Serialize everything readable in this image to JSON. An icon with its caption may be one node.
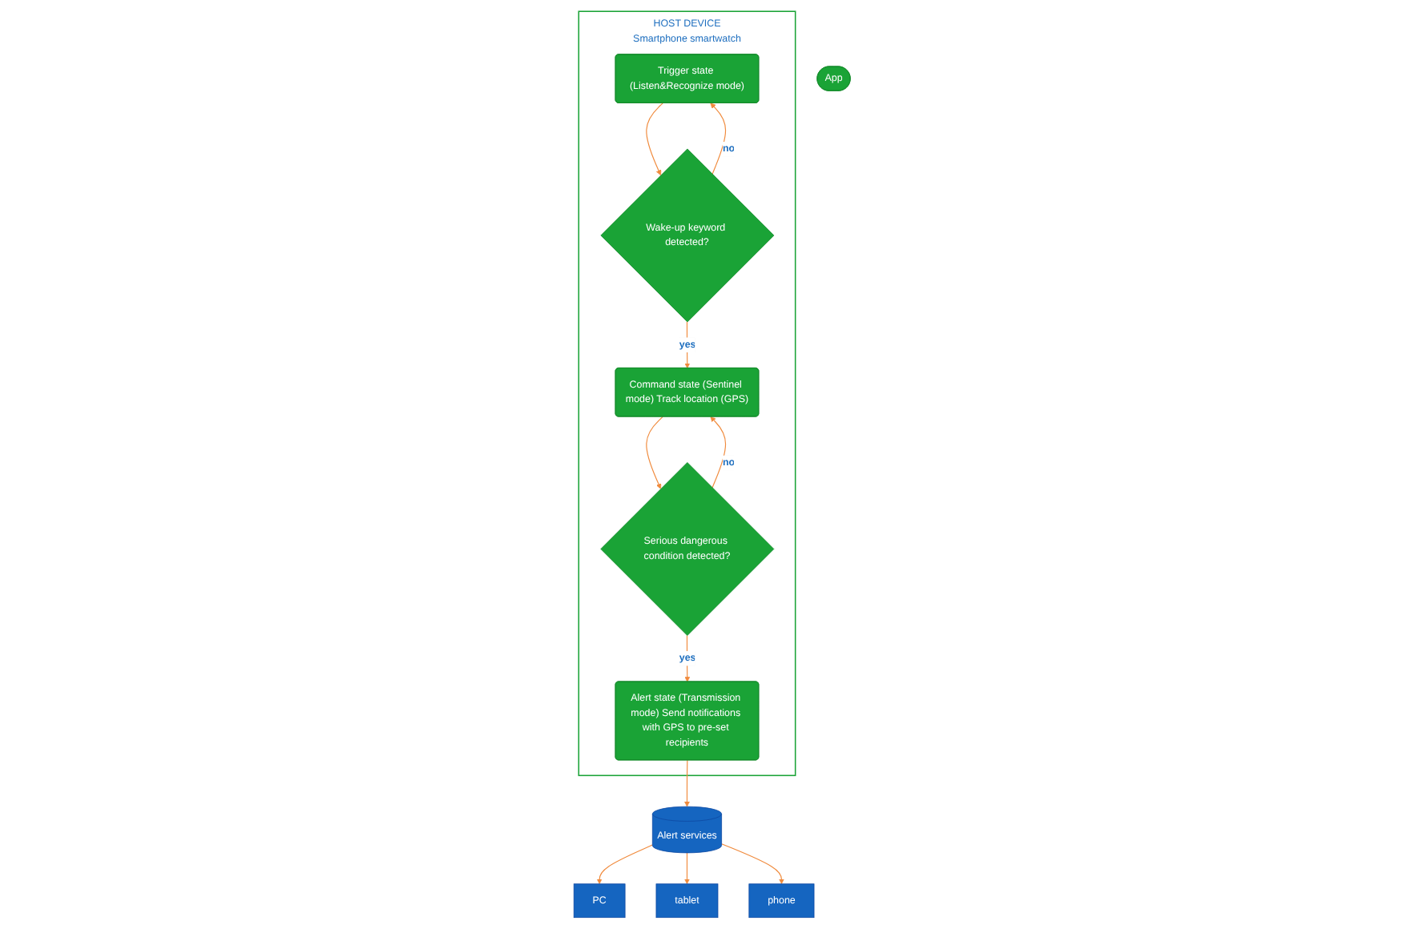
{
  "diagram": {
    "nodes": [
      {
        "text": [
          "PC"
        ]
      },
      {
        "text": [
          "tablet"
        ]
      },
      {
        "text": [
          "phone"
        ]
      },
      {
        "text": [
          "Alert services"
        ]
      },
      {
        "text": [
          "App"
        ]
      },
      {
        "text": [
          "HOST DEVICE",
          "Smartphone smartwatch"
        ]
      },
      {
        "text": [
          "Trigger state (Listen&Recognize mode)"
        ],
        "in": 5
      },
      {
        "text": [
          "Alert state (Transmission mode) Send notifications with GPS to pre-set recipients"
        ],
        "in": 5
      },
      {
        "text": [
          "Wake-up keyword detected?"
        ],
        "in": 5
      },
      {
        "text": [
          "Command state (Sentinel mode) Track location (GPS)"
        ],
        "in": 5
      },
      {
        "text": [
          "Serious dangerous condition detected?"
        ],
        "in": 5
      }
    ],
    "edges": [
      {
        "from": 3,
        "to": 0,
        "arrow": "to"
      },
      {
        "from": 3,
        "to": 1,
        "arrow": "to"
      },
      {
        "from": 3,
        "to": 2,
        "arrow": "to"
      },
      {
        "from": 7,
        "to": 3,
        "arrow": "to"
      },
      {
        "from": 6,
        "to": 8,
        "arrow": "to"
      },
      {
        "from": 8,
        "to": 6,
        "label": "no",
        "arrow": "to"
      },
      {
        "from": 8,
        "to": 9,
        "label": "yes",
        "arrow": "to"
      },
      {
        "from": 9,
        "to": 10,
        "arrow": "to"
      },
      {
        "from": 10,
        "to": 7,
        "label": "yes",
        "arrow": "to"
      },
      {
        "from": 10,
        "to": 9,
        "label": "no",
        "arrow": "to"
      }
    ]
  }
}
